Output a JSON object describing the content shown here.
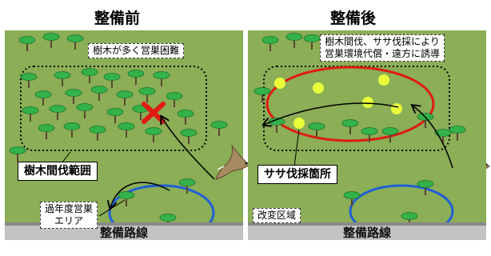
{
  "before": {
    "title": "整備前",
    "road_label": "整備路線",
    "note_trees": "樹木が多く営巣困難",
    "label_thinning": "樹木間伐範囲",
    "label_last_year_nest": [
      "過年度営巣",
      "エリア"
    ]
  },
  "after": {
    "title": "整備後",
    "road_label": "整備路線",
    "note_guidance": [
      "樹木間伐、ササ伐採により",
      "営巣環境代償・遠方に誘導"
    ],
    "label_sasa": "ササ伐採箇所",
    "label_alter": "改変区域"
  },
  "arrow_between": {
    "direction": "right"
  },
  "icons": {
    "tree": "tree-icon",
    "hawk": "hawk-icon",
    "cross": "red-x-icon",
    "sasa_mark": "yellow-dot-icon",
    "arrow": "curved-arrow-icon"
  },
  "colors": {
    "field": "#8bae56",
    "tree_crown": "#33b24a",
    "blue_zone": "#1f5fd6",
    "red_zone": "#e01b12",
    "yellow_dot": "#e8ff3a",
    "road": "#c3c3c3"
  }
}
